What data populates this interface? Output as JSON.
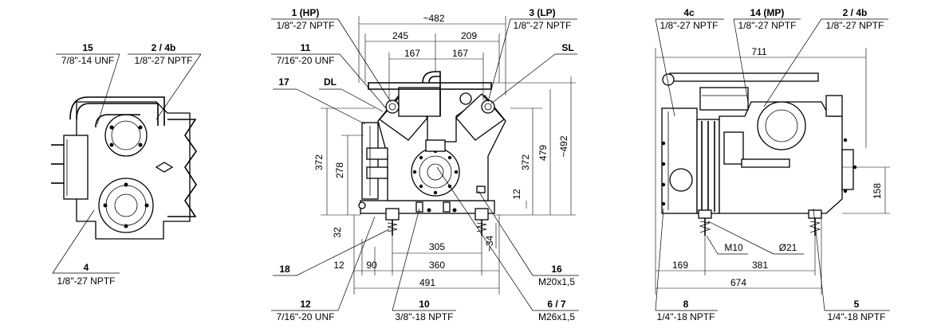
{
  "left_view": {
    "callouts": [
      {
        "number": "15",
        "thread": "7/8\"-14 UNF"
      },
      {
        "number": "2 / 4b",
        "thread": "1/8\"-27 NPTF"
      },
      {
        "number": "4",
        "thread": "1/8\"-27 NPTF"
      }
    ]
  },
  "middle_view": {
    "callouts": [
      {
        "number": "1 (HP)",
        "thread": "1/8\"-27 NPTF"
      },
      {
        "number": "3 (LP)",
        "thread": "1/8\"-27 NPTF"
      },
      {
        "number": "11",
        "thread": "7/16\"-20 UNF"
      },
      {
        "number": "SL",
        "thread": ""
      },
      {
        "number": "17",
        "thread": ""
      },
      {
        "number": "DL",
        "thread": ""
      },
      {
        "number": "18",
        "thread": ""
      },
      {
        "number": "16",
        "thread": "M20x1,5"
      },
      {
        "number": "12",
        "thread": "7/16\"-20 UNF"
      },
      {
        "number": "10",
        "thread": "3/8\"-18 NPTF"
      },
      {
        "number": "6 / 7",
        "thread": "M26x1,5"
      }
    ],
    "dimensions": {
      "overall_width": "~482",
      "top_left": "245",
      "top_right": "209",
      "inner_left": "167",
      "inner_right": "167",
      "left_height_outer": "372",
      "left_height_inner": "278",
      "right_height_inner": "372",
      "right_height_mid": "479",
      "right_height_outer": "~492",
      "small_right": "12",
      "bottom_offset": "~34",
      "foot_height": "32",
      "foot_spacing": "305",
      "bottom_12": "12",
      "bottom_90": "90",
      "bottom_360": "360",
      "bottom_491": "491"
    }
  },
  "right_view": {
    "callouts": [
      {
        "number": "4c",
        "thread": "1/8\"-27 NPTF"
      },
      {
        "number": "14 (MP)",
        "thread": "1/8\"-27 NPTF"
      },
      {
        "number": "2 / 4b",
        "thread": "1/8\"-27 NPTF"
      },
      {
        "number": "8",
        "thread": "1/4\"-18 NPTF"
      },
      {
        "number": "5",
        "thread": "1/4\"-18 NPTF"
      }
    ],
    "labels": {
      "m10": "M10",
      "diameter": "Ø21"
    },
    "dimensions": {
      "overall_top": "711",
      "height_right": "158",
      "bottom_169": "169",
      "bottom_381": "381",
      "bottom_674": "674"
    }
  }
}
